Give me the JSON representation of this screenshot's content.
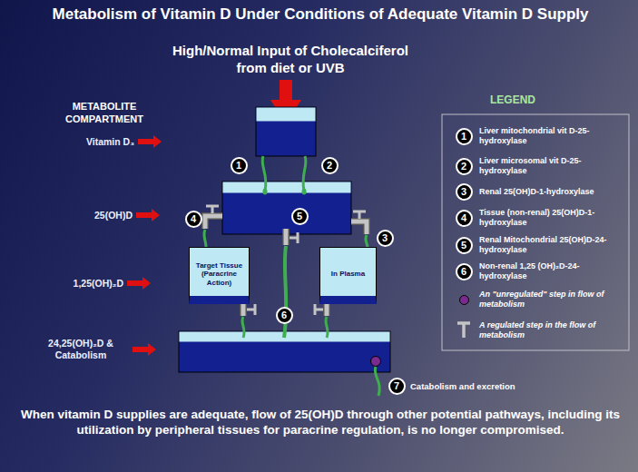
{
  "diagram": {
    "title": "Metabolism of Vitamin D Under Conditions of Adequate Vitamin D Supply",
    "caption": "When vitamin D supplies are adequate, flow of 25(OH)D through other potential pathways, including its utilization by peripheral tissues for paracrine regulation, is no longer compromised.",
    "nodes": [
      {
        "text": [
          "Target Tissue (Paracrine Action)"
        ]
      },
      {
        "text": [
          "In Plasma"
        ]
      }
    ],
    "labels": [
      "High/Normal Input of Cholecalciferol from diet or UVB",
      "METABOLITE COMPARTMENT",
      "Vitamin D₃",
      "25(OH)D",
      "1,25(OH)₂D",
      "24,25(OH)₂D & Catabolism",
      "LEGEND",
      "1",
      "2",
      "4",
      "5",
      "3",
      "6",
      "7",
      "Catabolism and excretion",
      "1",
      "2",
      "3",
      "4",
      "5",
      "6"
    ],
    "legend": [
      {
        "text": "Liver mitochondrial vit D-25-hydroxylase"
      },
      {
        "text": "Liver microsomal vit D-25-hydroxylase"
      },
      {
        "text": "Renal 25(OH)D-1-hydroxylase"
      },
      {
        "text": "Tissue (non-renal) 25(OH)D-1-hydroxylase"
      },
      {
        "text": "Renal Mitochondrial 25(OH)D-24-hydroxylase"
      },
      {
        "text": "Non-renal 1,25 (OH)₂D-24-hydroxylase"
      },
      {
        "text": "An \"unregulated\" step in flow of metabolism",
        "color": "#7b2a8f"
      },
      {
        "text": "A regulated step in the flow of metabolism"
      }
    ]
  }
}
